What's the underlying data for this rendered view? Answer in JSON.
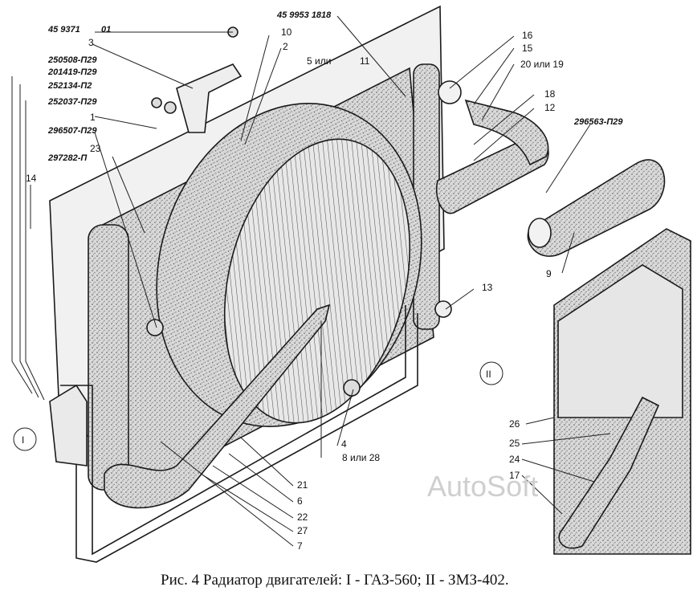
{
  "caption": "Рис. 4  Радиатор двигателей: I - ГАЗ-560;  II - ЗМЗ-402.",
  "watermark": "AutoSoft",
  "views": [
    "I",
    "II"
  ],
  "part_codes": [
    "45 9371",
    "01",
    "250508-П29",
    "201419-П29",
    "252134-П2",
    "252037-П29",
    "296507-П29",
    "297282-П",
    "45 9953 1818",
    "296563-П29"
  ],
  "numbers": {
    "n3": "3",
    "n10": "10",
    "n2": "2",
    "n16": "16",
    "n15": "15",
    "n5": "5 или",
    "n11": "11",
    "n20": "20 или 19",
    "n18": "18",
    "n12": "12",
    "n1": "1",
    "n23": "23",
    "n14": "14",
    "n9": "9",
    "n13": "13",
    "n4": "4",
    "n8": "8 или 28",
    "n21": "21",
    "n6": "6",
    "n22": "22",
    "n27": "27",
    "n7": "7",
    "n26": "26",
    "n25": "25",
    "n24": "24",
    "n17": "17"
  }
}
